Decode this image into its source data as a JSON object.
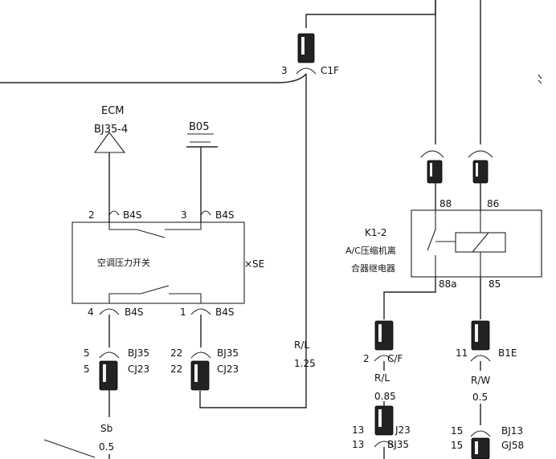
{
  "ecm": {
    "name": "ECM",
    "pin": "BJ35-4"
  },
  "ground_label": "B05",
  "switch": {
    "name": "空调压力开关",
    "suffix": "×SE",
    "pin2": "2",
    "pin3": "3",
    "pin4": "4",
    "pin1": "1",
    "connector": "B4S"
  },
  "c1f": {
    "pin": "3",
    "name": "C1F"
  },
  "left_lower": {
    "pin_a": "5",
    "conn_a": "BJ35",
    "pin_b": "5",
    "conn_b": "CJ23",
    "wire_color": "Sb",
    "wire_size": "0.5"
  },
  "mid_lower": {
    "pin_a": "22",
    "conn_a": "BJ35",
    "pin_b": "22",
    "conn_b": "CJ23"
  },
  "wire_rl": {
    "color": "R/L",
    "size": "1.25"
  },
  "relay": {
    "name": "K1-2",
    "desc1": "A/C压缩机离",
    "desc2": "合器继电器",
    "pin88": "88",
    "pin86": "86",
    "pin88a": "88a",
    "pin85": "85"
  },
  "relay_left_out": {
    "pin": "2",
    "conn": "C/F",
    "wire_color": "R/L",
    "wire_size": "0.85",
    "pin_a": "13",
    "conn_a": "J23",
    "pin_b": "13",
    "conn_b": "BJ35"
  },
  "relay_right_out": {
    "pin": "11",
    "conn": "B1E",
    "wire_color": "R/W",
    "wire_size": "0.5",
    "pin_a": "15",
    "conn_a": "BJ13",
    "pin_b": "15",
    "conn_b": "GJ58"
  }
}
